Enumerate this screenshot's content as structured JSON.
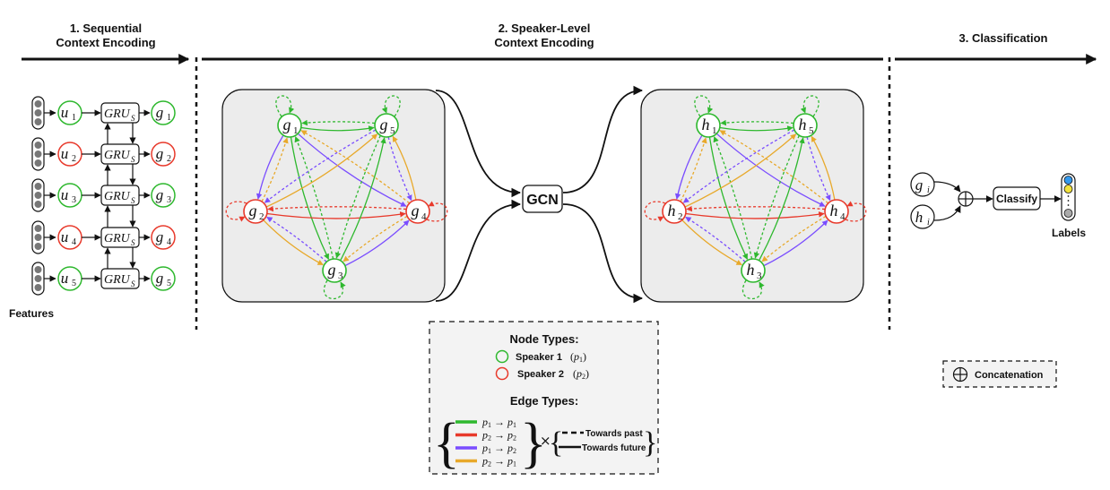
{
  "sections": [
    {
      "title_line1": "1. Sequential",
      "title_line2": "Context Encoding"
    },
    {
      "title_line1": "2. Speaker-Level",
      "title_line2": "Context Encoding"
    },
    {
      "title_line1": "3. Classification",
      "title_line2": ""
    }
  ],
  "colors": {
    "speaker1": "#2eb82e",
    "speaker2": "#e8392b",
    "p1_to_p1": "#2eb82e",
    "p2_to_p2": "#e8392b",
    "p1_to_p2": "#7a4dff",
    "p2_to_p1": "#e8a92b",
    "panel_bg": "#ececec",
    "label_blue": "#3399ee",
    "label_yellow": "#f2e23c",
    "label_gray": "#aaaaaa"
  },
  "sequential": {
    "features_label": "Features",
    "gru_label": "GRU",
    "gru_sub": "S",
    "utterances": [
      {
        "u": "u",
        "u_sub": "1",
        "g": "g",
        "g_sub": "1",
        "speaker": 1
      },
      {
        "u": "u",
        "u_sub": "2",
        "g": "g",
        "g_sub": "2",
        "speaker": 2
      },
      {
        "u": "u",
        "u_sub": "3",
        "g": "g",
        "g_sub": "3",
        "speaker": 1
      },
      {
        "u": "u",
        "u_sub": "4",
        "g": "g",
        "g_sub": "4",
        "speaker": 2
      },
      {
        "u": "u",
        "u_sub": "5",
        "g": "g",
        "g_sub": "5",
        "speaker": 1
      }
    ]
  },
  "graph": {
    "gcn_label": "GCN",
    "input_nodes": [
      {
        "id": 1,
        "sym": "g",
        "sub": "1",
        "speaker": 1
      },
      {
        "id": 2,
        "sym": "g",
        "sub": "2",
        "speaker": 2
      },
      {
        "id": 3,
        "sym": "g",
        "sub": "3",
        "speaker": 1
      },
      {
        "id": 4,
        "sym": "g",
        "sub": "4",
        "speaker": 2
      },
      {
        "id": 5,
        "sym": "g",
        "sub": "5",
        "speaker": 1
      }
    ],
    "output_nodes": [
      {
        "id": 1,
        "sym": "h",
        "sub": "1",
        "speaker": 1
      },
      {
        "id": 2,
        "sym": "h",
        "sub": "2",
        "speaker": 2
      },
      {
        "id": 3,
        "sym": "h",
        "sub": "3",
        "speaker": 1
      },
      {
        "id": 4,
        "sym": "h",
        "sub": "4",
        "speaker": 2
      },
      {
        "id": 5,
        "sym": "h",
        "sub": "5",
        "speaker": 1
      }
    ]
  },
  "classification": {
    "input_g": {
      "sym": "g",
      "sub": "i"
    },
    "input_h": {
      "sym": "h",
      "sub": "i"
    },
    "classify_label": "Classify",
    "labels_label": "Labels",
    "concat_legend": "Concatenation"
  },
  "legend": {
    "node_types_title": "Node Types:",
    "node_types": [
      {
        "label": "Speaker 1",
        "math": "p",
        "sub": "1",
        "speaker": 1
      },
      {
        "label": "Speaker 2",
        "math": "p",
        "sub": "2",
        "speaker": 2
      }
    ],
    "edge_types_title": "Edge Types:",
    "edge_types": [
      {
        "from": "p",
        "from_sub": "1",
        "to": "p",
        "to_sub": "1",
        "color_key": "p1_to_p1"
      },
      {
        "from": "p",
        "from_sub": "2",
        "to": "p",
        "to_sub": "2",
        "color_key": "p2_to_p2"
      },
      {
        "from": "p",
        "from_sub": "1",
        "to": "p",
        "to_sub": "2",
        "color_key": "p1_to_p2"
      },
      {
        "from": "p",
        "from_sub": "2",
        "to": "p",
        "to_sub": "1",
        "color_key": "p2_to_p1"
      }
    ],
    "times": "×",
    "direction_types": [
      {
        "label": "Towards past",
        "style": "dashed"
      },
      {
        "label": "Towards future",
        "style": "solid"
      }
    ]
  }
}
